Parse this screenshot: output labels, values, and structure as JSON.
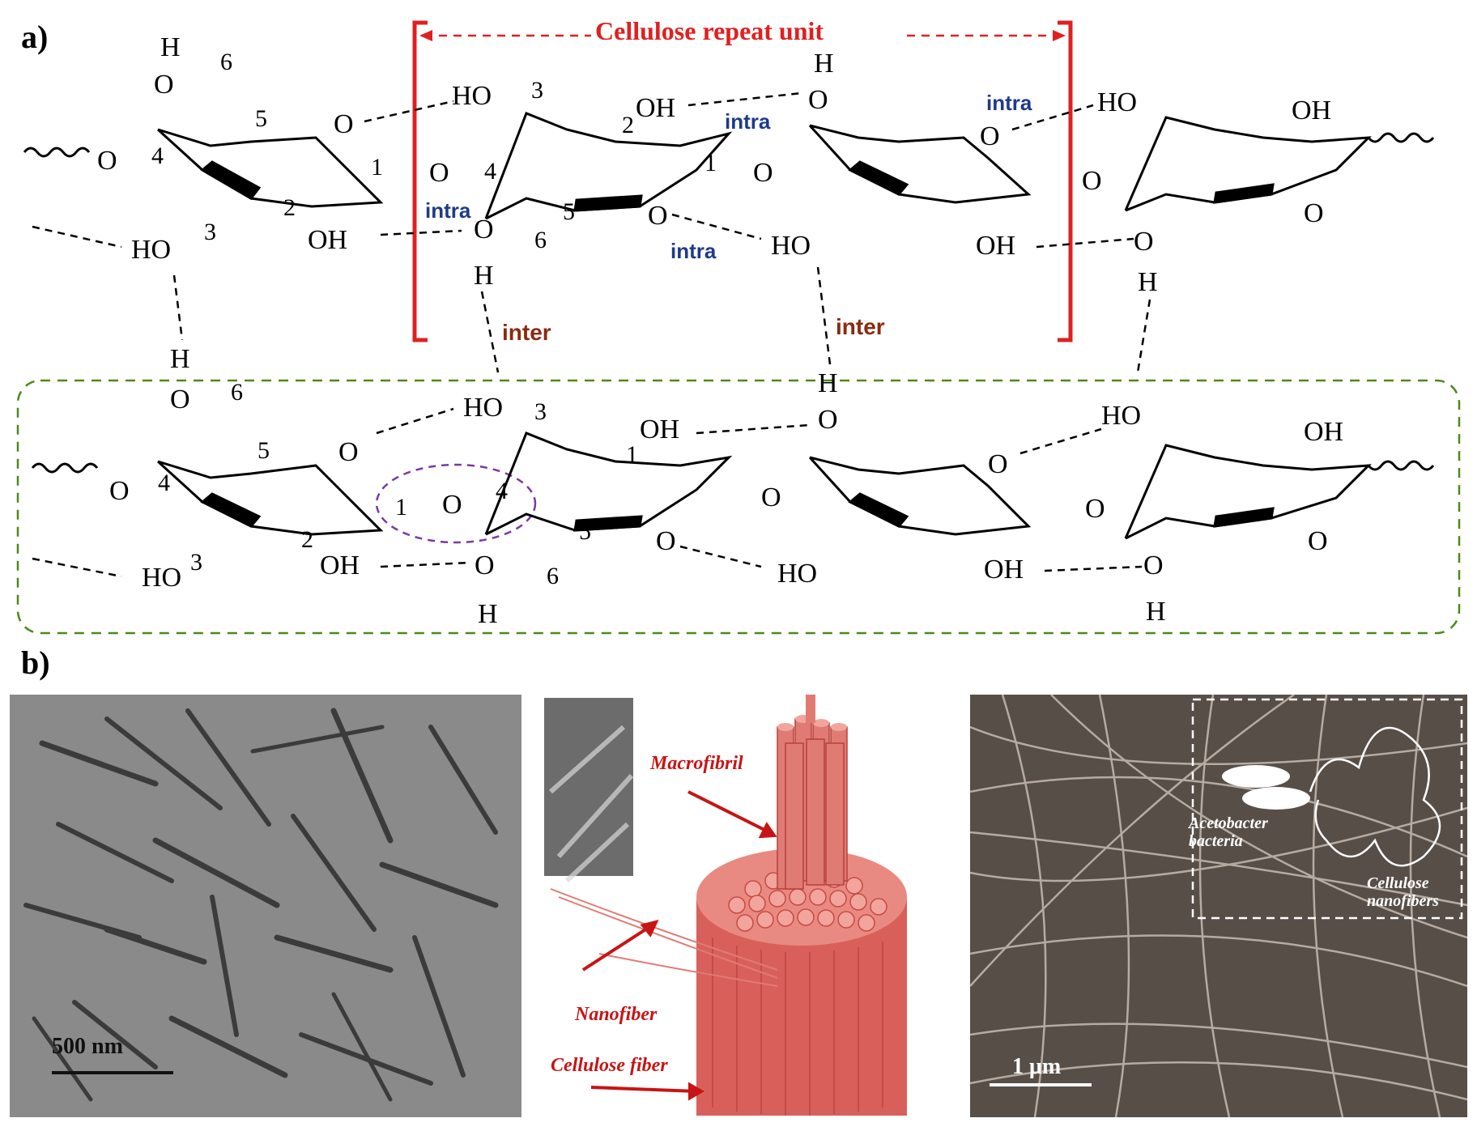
{
  "figure": {
    "panel_a_label": "a)",
    "panel_b_label": "b)",
    "repeat_unit_label": "Cellulose repeat unit",
    "bond_labels": {
      "intra": "intra",
      "inter": "inter"
    },
    "groups": {
      "OH": "OH",
      "HO": "HO",
      "H": "H",
      "O": "O"
    },
    "carbon_numbers": [
      "1",
      "2",
      "3",
      "4",
      "5",
      "6"
    ],
    "colors": {
      "repeat_bracket": "#e02020",
      "intra": "#1f3a8a",
      "inter": "#8b2a10",
      "chain_box": "#4a8a1a",
      "linkage_circle": "#7a3aa0",
      "fiber_label": "#c81414"
    }
  },
  "panel_b": {
    "tem_scale_bar": "500 nm",
    "sem_scale_bar": "1 μm",
    "fiber_labels": {
      "macrofibril": "Macrofibril",
      "nanofiber": "Nanofiber",
      "cellulose_fiber": "Cellulose fiber"
    },
    "bacteria_inset": {
      "bacteria": "Acetobacter bacteria",
      "nanofibers": "Cellulose nanofibers"
    }
  }
}
